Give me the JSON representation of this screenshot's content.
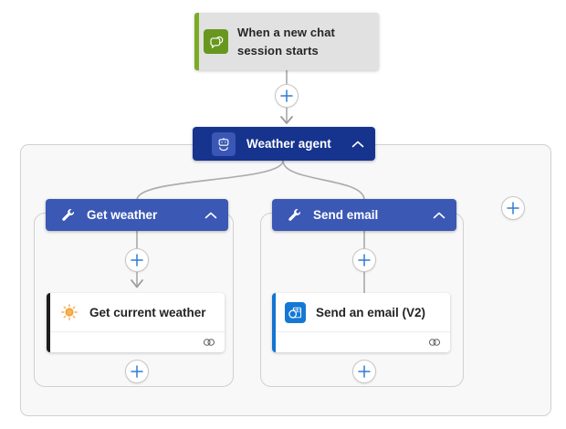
{
  "trigger": {
    "title": "When a new chat session starts",
    "icon": "chat-bubbles-icon",
    "accent_color": "#7cab24",
    "icon_bg_color": "#68971f",
    "bg_color": "#e1e1e1"
  },
  "agent": {
    "title": "Weather agent",
    "icon": "bot-icon",
    "bg_color": "#16338e",
    "collapse_icon": "chevron-up-icon"
  },
  "branches": [
    {
      "title": "Get weather",
      "icon": "wrench-icon",
      "bg_color": "#3b58b4",
      "collapse_icon": "chevron-up-icon",
      "action": {
        "title": "Get current weather",
        "icon": "sun-icon",
        "accent_color": "#1c1c1c",
        "footer_icon": "connection-icon"
      }
    },
    {
      "title": "Send email",
      "icon": "wrench-icon",
      "bg_color": "#3b58b4",
      "collapse_icon": "chevron-up-icon",
      "action": {
        "title": "Send an email (V2)",
        "icon": "outlook-icon",
        "accent_color": "#1374d0",
        "footer_icon": "connection-icon"
      }
    }
  ],
  "connectors": {
    "insert_button_icon": "plus-icon",
    "plus_color": "#2f7cd6",
    "line_color": "#adadad"
  },
  "colors": {
    "canvas_bg": "#ffffff",
    "container_bg": "#f8f8f8",
    "container_border": "#d0d0d0",
    "card_text": "#242424",
    "outlook_blue": "#1478d4",
    "sun_orange": "#f2a33c"
  }
}
